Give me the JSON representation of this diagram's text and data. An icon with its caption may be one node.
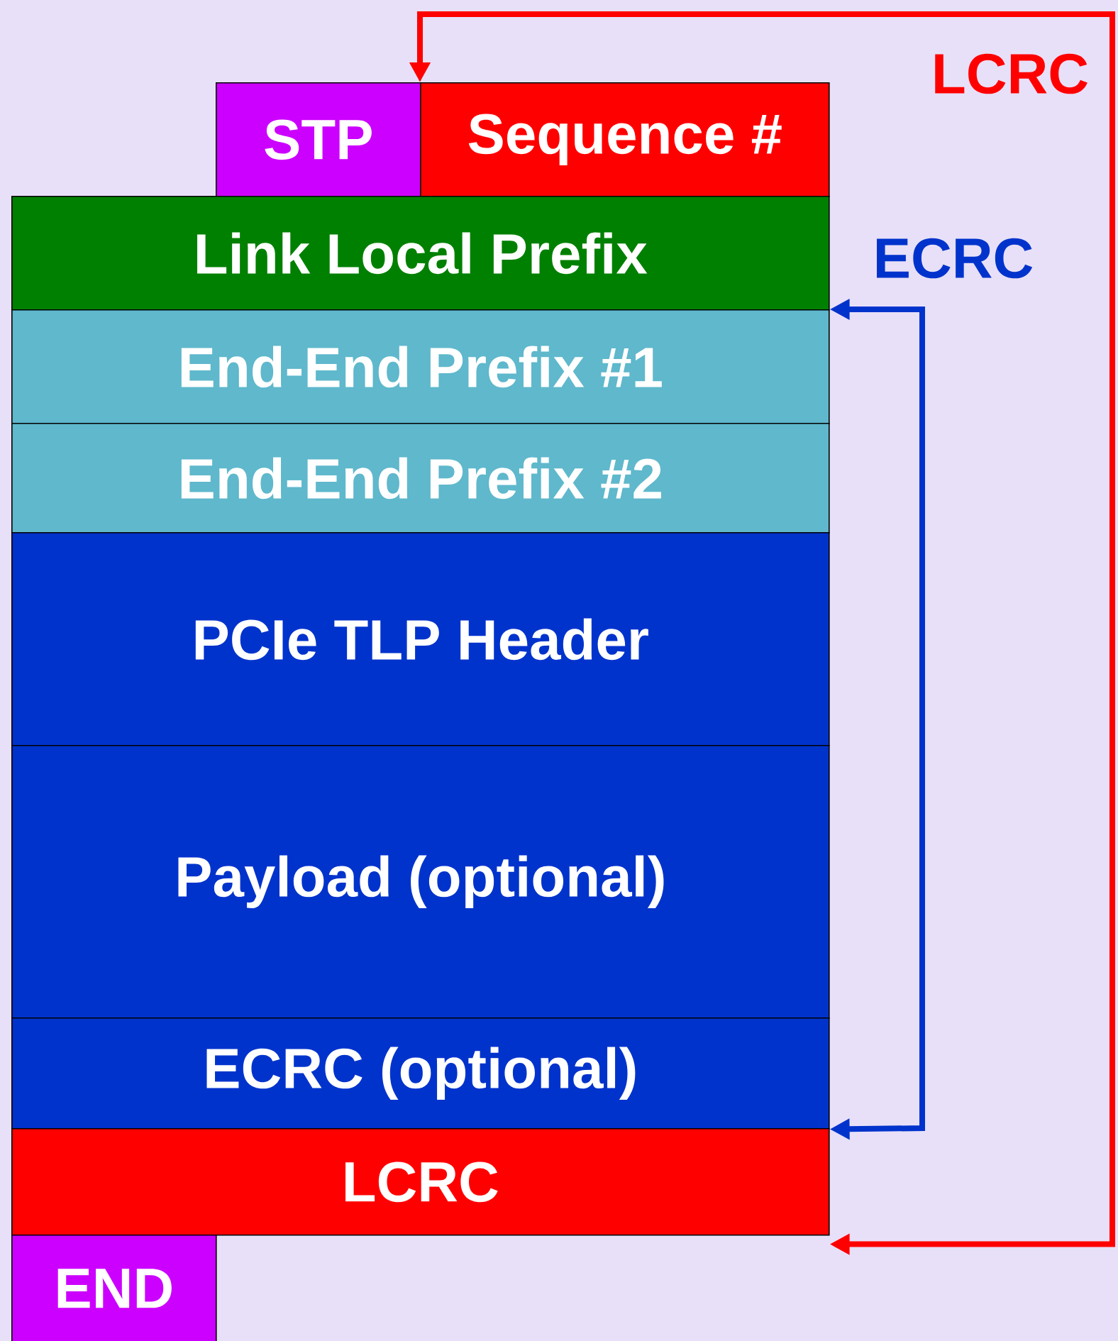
{
  "diagram": {
    "nodes": [
      {
        "text": [
          "STP"
        ]
      },
      {
        "text": [
          "Sequence #"
        ]
      },
      {
        "text": [
          "Link Local Prefix"
        ]
      },
      {
        "text": [
          "End-End Prefix #1"
        ]
      },
      {
        "text": [
          "End-End Prefix #2"
        ]
      },
      {
        "text": [
          "PCIe TLP Header"
        ]
      },
      {
        "text": [
          "Payload (optional)"
        ]
      },
      {
        "text": [
          "ECRC (optional)"
        ]
      },
      {
        "text": [
          "LCRC"
        ]
      },
      {
        "text": [
          "END"
        ]
      }
    ],
    "edges": [
      {
        "from": 1,
        "to": 8,
        "arrow": "both",
        "label": "LCRC",
        "color": "#ff0000"
      },
      {
        "from": 3,
        "to": 7,
        "arrow": "both",
        "label": "ECRC",
        "color": "#0033cc"
      }
    ]
  }
}
